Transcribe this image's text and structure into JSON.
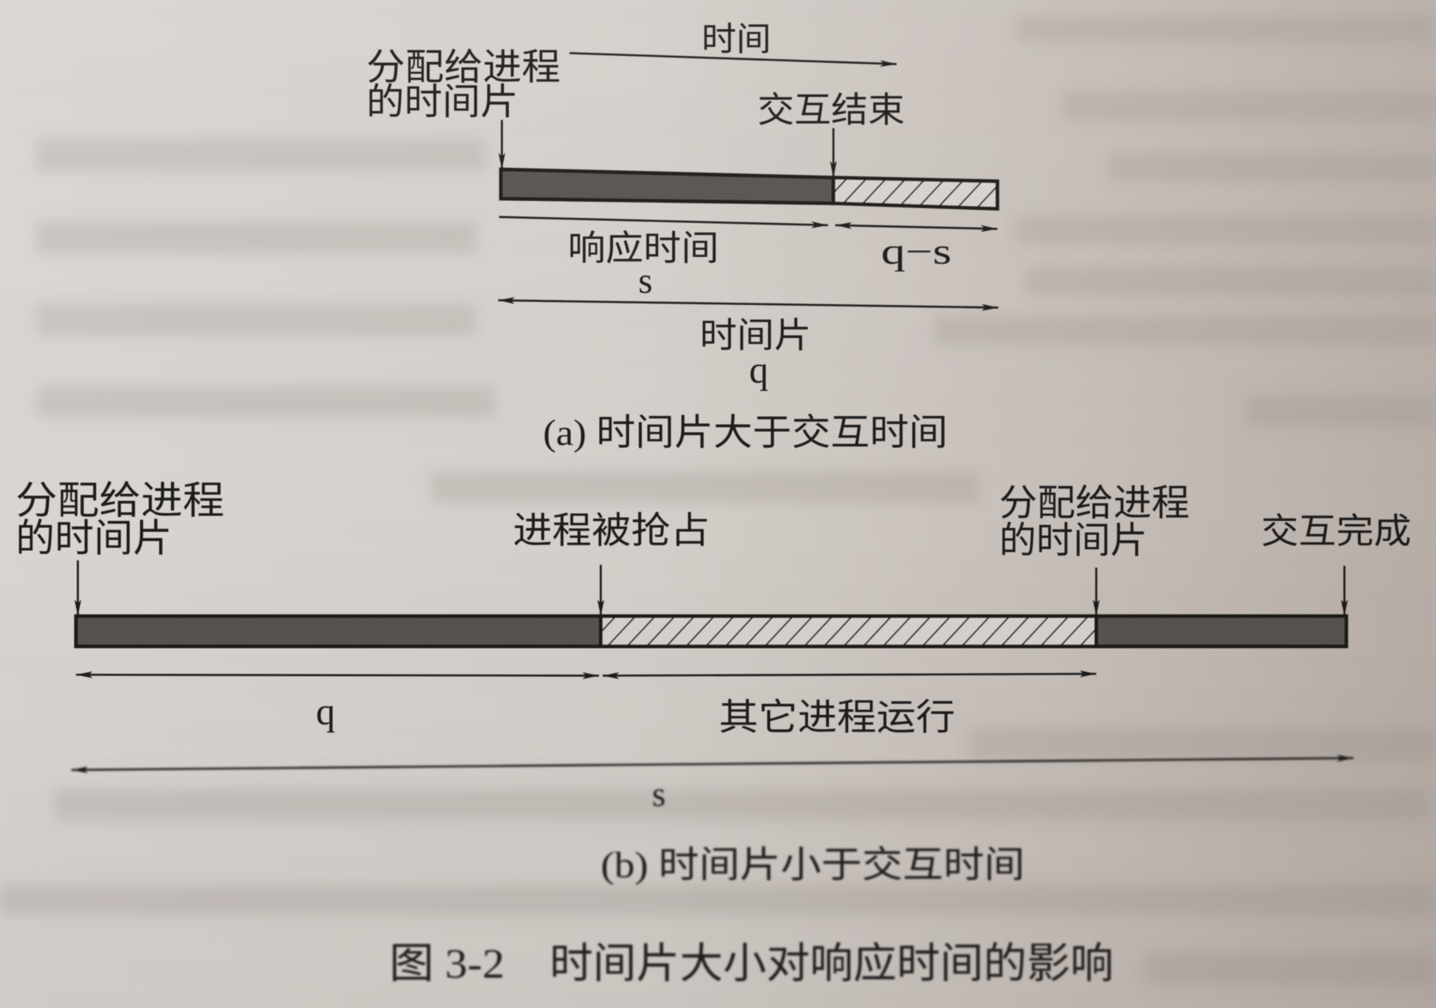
{
  "figure": {
    "caption_number": "图 3-2",
    "caption_title": "时间片大小对响应时间的影响"
  },
  "panel_a": {
    "time_axis_label": "时间",
    "start_label_line1": "分配给进程",
    "start_label_line2": "的时间片",
    "end_label": "交互结束",
    "response_time_label": "响应时间",
    "response_time_symbol": "s",
    "remaining_symbol": "q−s",
    "quantum_label": "时间片",
    "quantum_symbol": "q",
    "caption": "(a) 时间片大于交互时间"
  },
  "panel_b": {
    "start_label_line1": "分配给进程",
    "start_label_line2": "的时间片",
    "preempt_label": "进程被抢占",
    "resume_label_line1": "分配给进程",
    "resume_label_line2": "的时间片",
    "complete_label": "交互完成",
    "quantum_symbol": "q",
    "others_label": "其它进程运行",
    "total_symbol": "s",
    "caption": "(b) 时间片小于交互时间"
  },
  "colors": {
    "paper": "#d6d1cc",
    "ink": "#1f1c1b",
    "running_fill": "#4e4b49",
    "hatch_line": "#1c1a19"
  }
}
